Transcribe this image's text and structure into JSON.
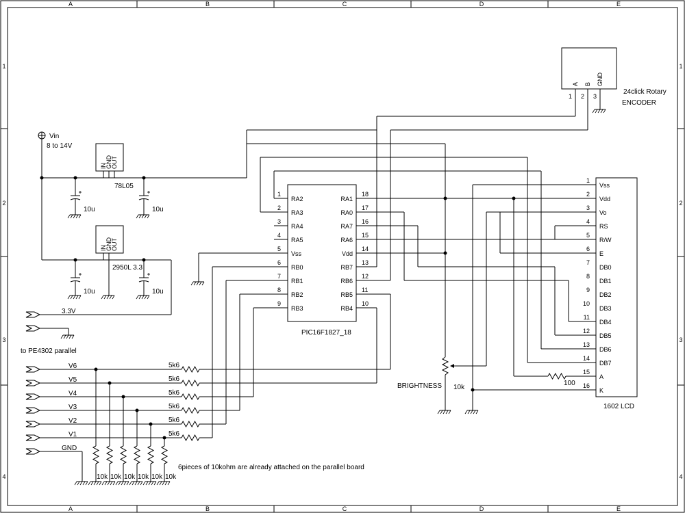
{
  "frame": {
    "columns": [
      "A",
      "B",
      "C",
      "D",
      "E"
    ],
    "rows": [
      "1",
      "2",
      "3",
      "4"
    ]
  },
  "power": {
    "vin_label": "Vin",
    "vin_range": "8 to 14V"
  },
  "regulators": [
    {
      "name": "78L05",
      "pins": [
        "IN",
        "GND",
        "OUT"
      ]
    },
    {
      "name": "2950L 3.3",
      "pins": [
        "IN",
        "GND",
        "OUT"
      ]
    }
  ],
  "capacitors": [
    "10u",
    "10u",
    "10u",
    "10u"
  ],
  "encoder": {
    "label_line1": "24click Rotary",
    "label_line2": "ENCODER",
    "pins": [
      {
        "num": "1",
        "name": "A"
      },
      {
        "num": "2",
        "name": "B"
      },
      {
        "num": "3",
        "name": "GND"
      }
    ]
  },
  "mcu": {
    "name": "PIC16F1827_18",
    "left_pins": [
      {
        "num": "1",
        "name": "RA2"
      },
      {
        "num": "2",
        "name": "RA3"
      },
      {
        "num": "3",
        "name": "RA4"
      },
      {
        "num": "4",
        "name": "RA5"
      },
      {
        "num": "5",
        "name": "Vss"
      },
      {
        "num": "6",
        "name": "RB0"
      },
      {
        "num": "7",
        "name": "RB1"
      },
      {
        "num": "8",
        "name": "RB2"
      },
      {
        "num": "9",
        "name": "RB3"
      }
    ],
    "right_pins": [
      {
        "num": "18",
        "name": "RA1"
      },
      {
        "num": "17",
        "name": "RA0"
      },
      {
        "num": "16",
        "name": "RA7"
      },
      {
        "num": "15",
        "name": "RA6"
      },
      {
        "num": "14",
        "name": "Vdd"
      },
      {
        "num": "13",
        "name": "RB7"
      },
      {
        "num": "12",
        "name": "RB6"
      },
      {
        "num": "11",
        "name": "RB5"
      },
      {
        "num": "10",
        "name": "RB4"
      }
    ]
  },
  "lcd": {
    "name": "1602 LCD",
    "pins": [
      {
        "num": "1",
        "name": "Vss"
      },
      {
        "num": "2",
        "name": "Vdd"
      },
      {
        "num": "3",
        "name": "Vo"
      },
      {
        "num": "4",
        "name": "RS"
      },
      {
        "num": "5",
        "name": "R/W"
      },
      {
        "num": "6",
        "name": "E"
      },
      {
        "num": "7",
        "name": "DB0"
      },
      {
        "num": "8",
        "name": "DB1"
      },
      {
        "num": "9",
        "name": "DB2"
      },
      {
        "num": "10",
        "name": "DB3"
      },
      {
        "num": "11",
        "name": "DB4"
      },
      {
        "num": "12",
        "name": "DB5"
      },
      {
        "num": "13",
        "name": "DB6"
      },
      {
        "num": "14",
        "name": "DB7"
      },
      {
        "num": "15",
        "name": "A"
      },
      {
        "num": "16",
        "name": "K"
      }
    ]
  },
  "brightness": {
    "label": "BRIGHTNESS",
    "value": "10k"
  },
  "backlight_resistor": "100",
  "connector": {
    "supply_label": "3.3V",
    "caption": "to PE4302 parallel",
    "signals": [
      "V6",
      "V5",
      "V4",
      "V3",
      "V2",
      "V1"
    ],
    "series_resistors": [
      "5k6",
      "5k6",
      "5k6",
      "5k6",
      "5k6",
      "5k6"
    ],
    "gnd_label": "GND"
  },
  "pulldowns": [
    "10k",
    "10k",
    "10k",
    "10k",
    "10k",
    "10k"
  ],
  "note": "6pieces of 10kohm are already attached on the parallel board"
}
